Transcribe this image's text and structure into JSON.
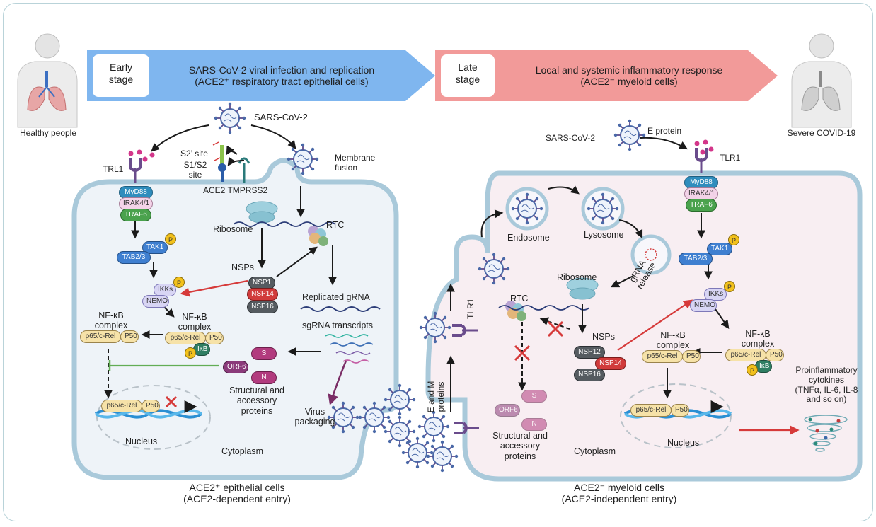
{
  "banner": {
    "early_label": "Early\nstage",
    "early_title": "SARS-CoV-2 viral infection and replication",
    "early_subtitle": "(ACE2⁺ respiratory tract epithelial cells)",
    "late_label": "Late\nstage",
    "late_title": "Local and systemic inflammatory response",
    "late_subtitle": "(ACE2⁻ myeloid cells)"
  },
  "people": {
    "healthy": "Healthy people",
    "severe": "Severe COVID-19"
  },
  "left": {
    "virus": "SARS-CoV-2",
    "s2_site": "S2’ site",
    "s1s2_site": "S1/S2\nsite",
    "receptors": "ACE2 TMPRSS2",
    "membrane_fusion": "Membrane\nfusion",
    "trl1": "TRL1",
    "myd88": "MyD88",
    "irak": "IRAK4/1",
    "traf6": "TRAF6",
    "tak1": "TAK1",
    "tab23": "TAB2/3",
    "p": "P",
    "ikks": "IKKs",
    "nemo": "NEMO",
    "nfkb1": "NF-κB\ncomplex",
    "nfkb2": "NF-κB\ncomplex",
    "p65": "p65/c-Rel",
    "p50": "P50",
    "ikb": "IκB",
    "ribosome": "Ribosome",
    "rtc": "RTC",
    "nsps": "NSPs",
    "nsp1": "NSP1",
    "nsp14": "NSP14",
    "nsp16": "NSP16",
    "replicated": "Replicated gRNA",
    "sgrna": "sgRNA transcripts",
    "orf6": "ORF6",
    "s": "S",
    "n": "N",
    "structural": "Structural and\naccessory\nproteins",
    "packaging": "Virus\npackaging",
    "nucleus": "Nucleus",
    "cytoplasm": "Cytoplasm",
    "caption": "ACE2⁺ epithelial cells\n(ACE2-dependent entry)"
  },
  "right": {
    "virus": "SARS-CoV-2",
    "e_protein": "E protein",
    "tlr1_top": "TLR1",
    "tlr1_side": "TLR1",
    "em_proteins": "E and M\nproteins",
    "endosome": "Endosome",
    "lysosome": "Lysosome",
    "grna_release": "gRNA\nrelease",
    "ribosome": "Ribosome",
    "rtc": "RTC",
    "nsps": "NSPs",
    "nsp12": "NSP12",
    "nsp14": "NSP14",
    "nsp16": "NSP16",
    "myd88": "MyD88",
    "irak": "IRAK4/1",
    "traf6": "TRAF6",
    "tak1": "TAK1",
    "tab23": "TAB2/3",
    "p": "P",
    "ikks": "IKKs",
    "nemo": "NEMO",
    "nfkb1": "NF-κB\ncomplex",
    "nfkb2": "NF-κB\ncomplex",
    "p65": "p65/c-Rel",
    "p50": "P50",
    "ikb": "IκB",
    "s": "S",
    "orf6": "ORF6",
    "n": "N",
    "structural": "Structural and\naccessory\nproteins",
    "nucleus": "Nucleus",
    "cytoplasm": "Cytoplasm",
    "cytokines": "Proinflammatory\ncytokines\n(TNFα, IL-6, IL-8\nand so on)",
    "caption": "ACE2⁻ myeloid cells\n(ACE2-independent entry)"
  },
  "colors": {
    "early_arrow": "#7fb6ef",
    "late_arrow": "#f29a99",
    "left_cell": "#eef3f8",
    "right_cell": "#f8eef2",
    "membrane": "#a9c9da",
    "red_arrow": "#d63a3a",
    "green_inhibit": "#62ad55"
  },
  "icons": [
    "human-lungs-icon",
    "virus-icon",
    "ribosome-icon",
    "rtc-complex-icon",
    "dna-helix-icon",
    "red-x-icon",
    "cytokine-tornado-icon"
  ]
}
